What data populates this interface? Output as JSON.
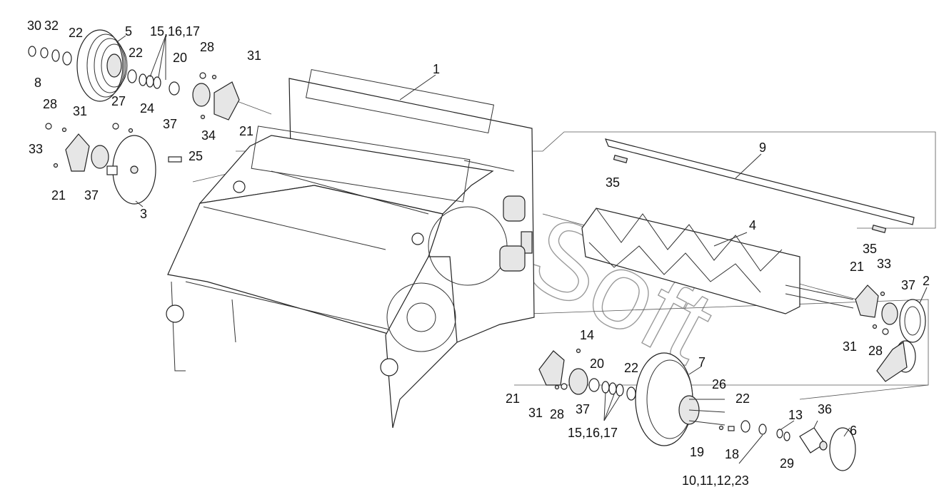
{
  "watermark": "AutoSoft",
  "callouts": {
    "c1": "1",
    "c2": "2",
    "c3": "3",
    "c4": "4",
    "c5": "5",
    "c6": "6",
    "c7": "7",
    "c8": "8",
    "c9": "9",
    "c13": "13",
    "c14": "14",
    "c18": "18",
    "c19": "19",
    "c20a": "20",
    "c20b": "20",
    "c21a": "21",
    "c21b": "21",
    "c21c": "21",
    "c21d": "21",
    "c22a": "22",
    "c22b": "22",
    "c22c": "22",
    "c22d": "22",
    "c24": "24",
    "c25": "25",
    "c26": "26",
    "c27": "27",
    "c28a": "28",
    "c28b": "28",
    "c28c": "28",
    "c28d": "28",
    "c29": "29",
    "c30": "30",
    "c31a": "31",
    "c31b": "31",
    "c31c": "31",
    "c31d": "31",
    "c32": "32",
    "c33a": "33",
    "c33b": "33",
    "c34": "34",
    "c35a": "35",
    "c35b": "35",
    "c36": "36",
    "c37a": "37",
    "c37b": "37",
    "c37c": "37",
    "c37d": "37",
    "c15a": "15,16,17",
    "c15b": "15,16,17",
    "c10": "10,11,12,23"
  }
}
